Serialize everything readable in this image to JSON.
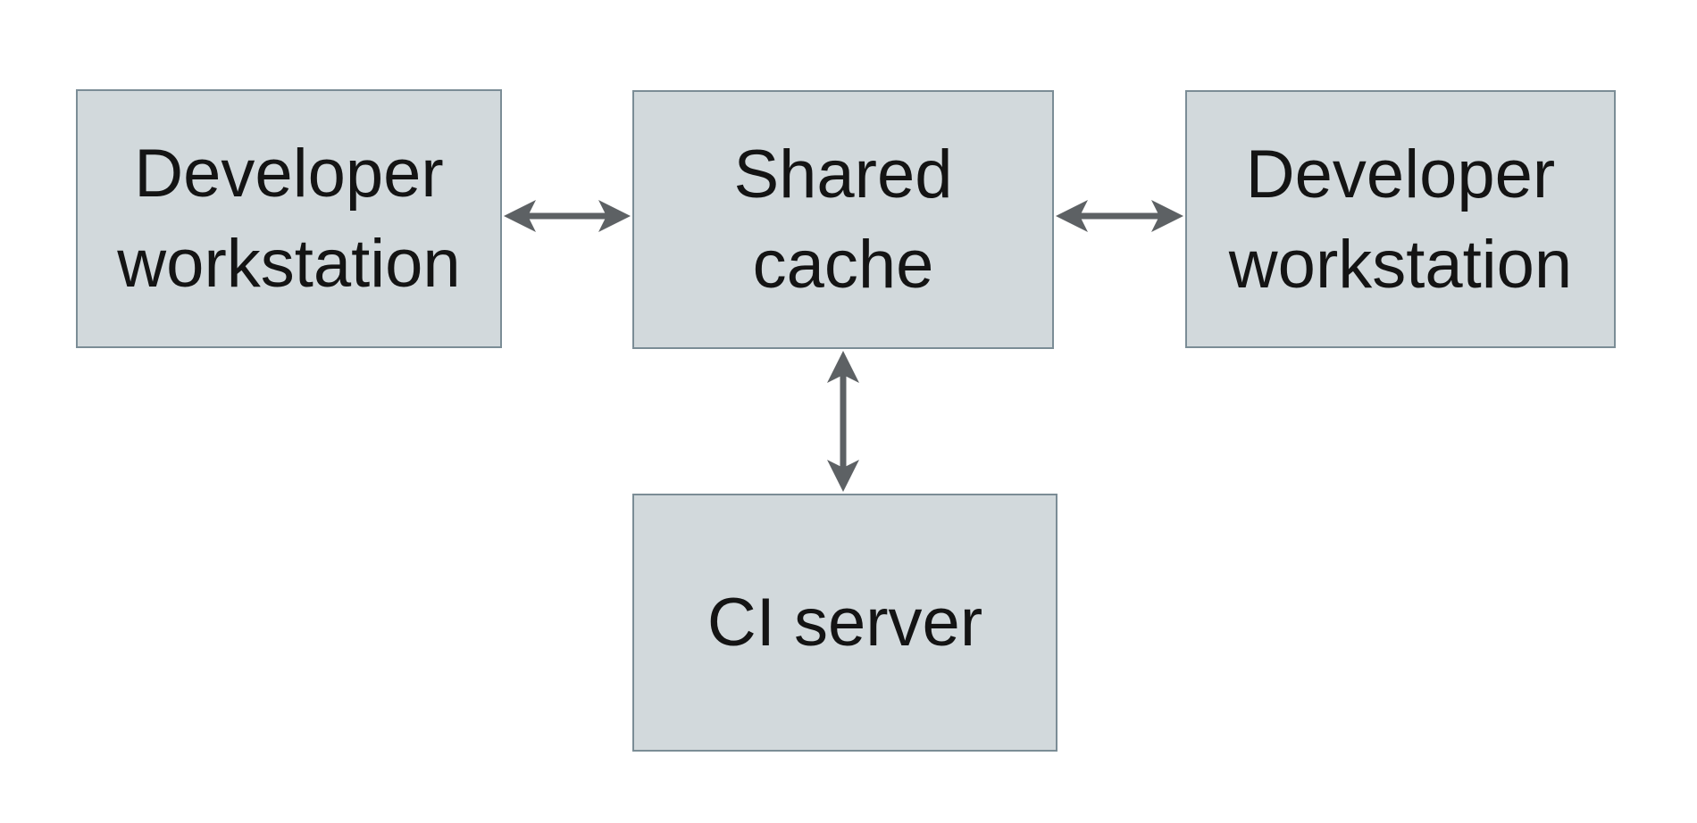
{
  "diagram": {
    "type": "architecture-diagram",
    "background": "#ffffff",
    "nodes": [
      {
        "id": "developer-workstation-left",
        "label": "Developer workstation",
        "line1": "Developer",
        "line2": "workstation"
      },
      {
        "id": "shared-cache",
        "label": "Shared cache",
        "line1": "Shared",
        "line2": "cache"
      },
      {
        "id": "developer-workstation-right",
        "label": "Developer workstation",
        "line1": "Developer",
        "line2": "workstation"
      },
      {
        "id": "ci-server",
        "label": "CI server",
        "line1": "CI server",
        "line2": ""
      }
    ],
    "edges": [
      {
        "from": "developer-workstation-left",
        "to": "shared-cache",
        "direction": "bidirectional"
      },
      {
        "from": "shared-cache",
        "to": "developer-workstation-right",
        "direction": "bidirectional"
      },
      {
        "from": "shared-cache",
        "to": "ci-server",
        "direction": "bidirectional"
      }
    ],
    "colors": {
      "node_fill": "#d2d9dc",
      "node_border": "#7b8d96",
      "arrow": "#5d6164",
      "text": "#141414",
      "background": "#ffffff"
    }
  }
}
